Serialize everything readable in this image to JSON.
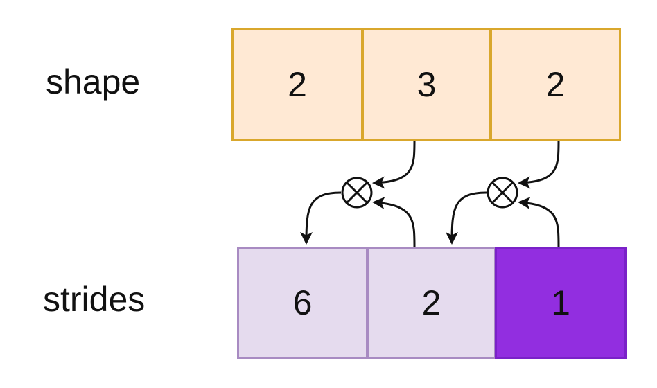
{
  "shape": {
    "label": "shape",
    "values": [
      "2",
      "3",
      "2"
    ],
    "fill": "#ffe9d4",
    "border": "#d9a72c"
  },
  "strides": {
    "label": "strides",
    "values": [
      "6",
      "2",
      "1"
    ],
    "fill": "#e5dbee",
    "border": "#a88bc2",
    "highlight_fill": "#922ee0",
    "highlight_border": "#7a22c8",
    "highlight_index": 2
  },
  "operator": {
    "symbol": "multiply-circle-icon"
  }
}
